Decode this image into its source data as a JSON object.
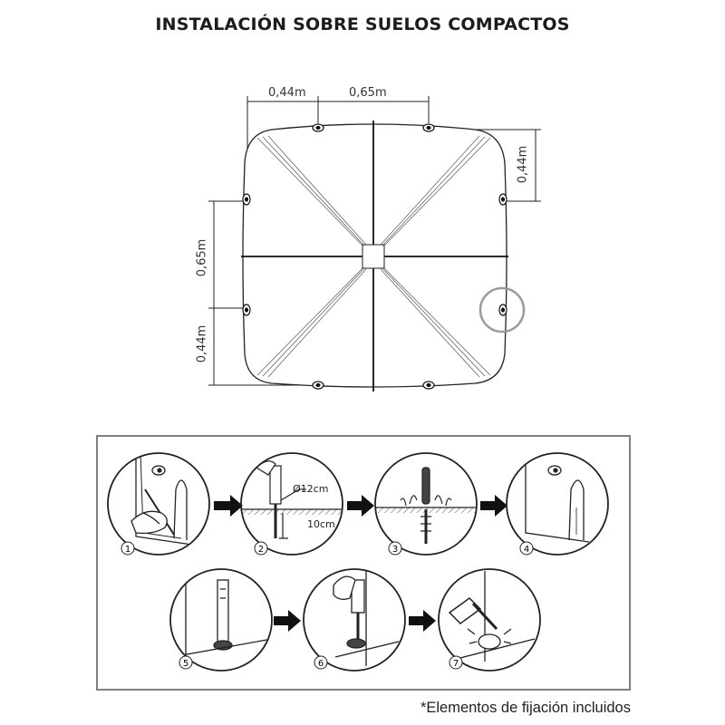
{
  "title": "INSTALACIÓN SOBRE SUELOS COMPACTOS",
  "dimensions": {
    "top_left": "0,44m",
    "top_right": "0,65m",
    "right": "0,44m",
    "left_upper": "0,65m",
    "left_lower": "0,44m"
  },
  "steps": [
    {
      "number": "1"
    },
    {
      "number": "2",
      "diameter": "Ø12cm",
      "depth": "10cm."
    },
    {
      "number": "3"
    },
    {
      "number": "4"
    },
    {
      "number": "5"
    },
    {
      "number": "6"
    },
    {
      "number": "7"
    }
  ],
  "footnote": "*Elementos de fijación incluidos"
}
